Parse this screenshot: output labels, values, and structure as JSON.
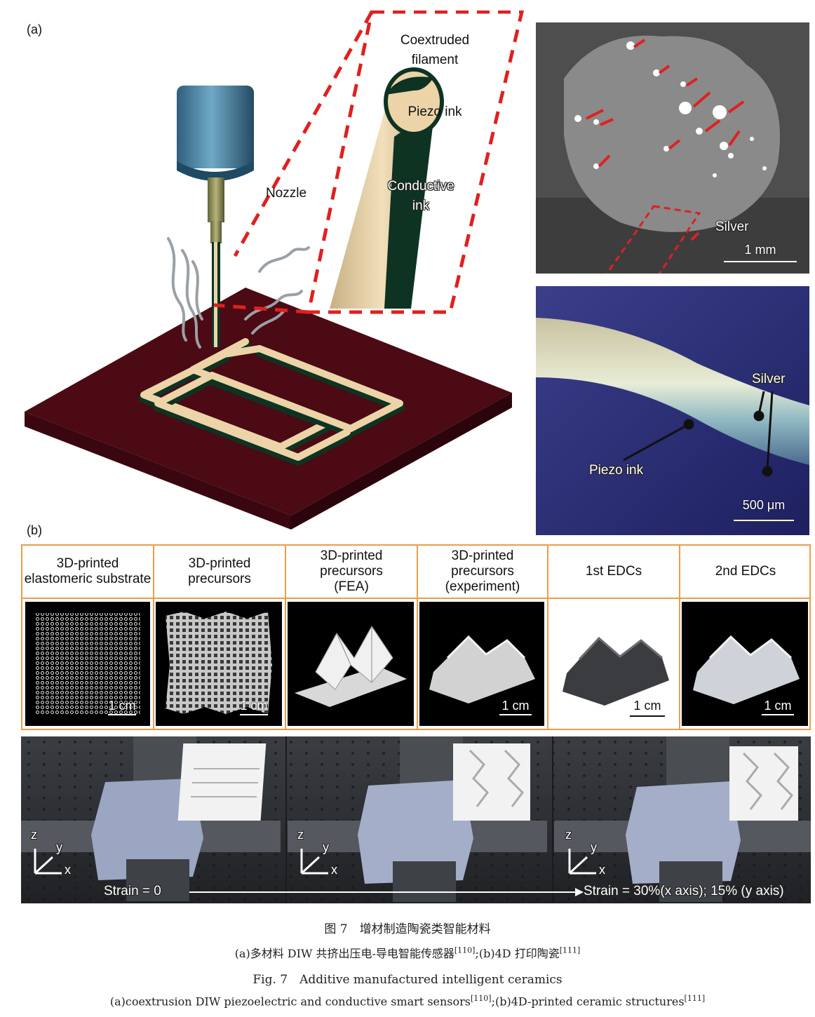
{
  "panel_a": {
    "label": "(a)",
    "diagram": {
      "nozzle_label": "Nozzle",
      "inset_title": "Coextruded filament",
      "piezo_label": "Piezo ink",
      "conductive_label": "Conductive ink"
    },
    "sem": {
      "silver_label": "Silver",
      "scale": "1 mm"
    },
    "optical": {
      "silver_label": "Silver",
      "piezo_label": "Piezo ink",
      "scale": "500 μm"
    }
  },
  "panel_b": {
    "label": "(b)",
    "columns": [
      {
        "header": "3D-printed elastomeric substrate",
        "scale": "1 cm"
      },
      {
        "header": "3D-printed precursors",
        "scale": "1 cm"
      },
      {
        "header": "3D-printed precursors (FEA)",
        "scale": ""
      },
      {
        "header": "3D-printed precursors (experiment)",
        "scale": "1 cm"
      },
      {
        "header": "1st EDCs",
        "scale": "1 cm"
      },
      {
        "header": "2nd EDCs",
        "scale": "1 cm"
      }
    ],
    "strip": {
      "strain_start": "Strain = 0",
      "strain_end": "Strain = 30%(x axis); 15% (y axis)",
      "axis_z": "z",
      "axis_y": "y",
      "axis_x": "x"
    }
  },
  "caption": {
    "cn_title": "图 7　增材制造陶瓷类智能材料",
    "cn_sub_a": "(a)多材料 DIW 共挤出压电-导电智能传感器",
    "cn_ref_a": "[110]",
    "cn_sub_b": ";(b)4D 打印陶瓷",
    "cn_ref_b": "[111]",
    "en_title": "Fig. 7　Additive manufactured intelligent ceramics",
    "en_sub_a": "(a)coextrusion DIW piezoelectric and conductive smart sensors",
    "en_ref_a": "[110]",
    "en_sub_b": ";(b)4D-printed ceramic structures",
    "en_ref_b": "[111]"
  },
  "colors": {
    "accent_red": "#e02020",
    "table_border": "#ee9c4b",
    "substrate": "#4b0a14",
    "nozzle_blue": "#4b88a8",
    "conductive": "#0e3322",
    "piezo": "#ecd4a8"
  }
}
